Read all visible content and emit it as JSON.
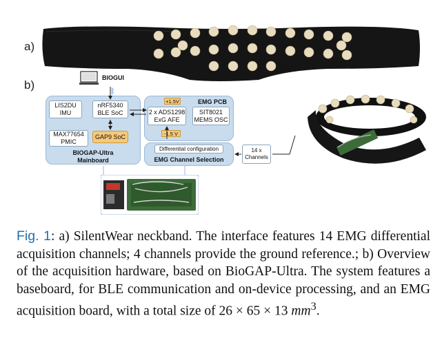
{
  "labels": {
    "a": "a)",
    "b": "b)"
  },
  "diagram": {
    "biogui": "BIOGUI",
    "mainboard": {
      "title_line1": "BIOGAP-Ultra",
      "title_line2": "Mainboard",
      "imu_line1": "LIS2DU",
      "imu_line2": "IMU",
      "ble_line1": "nRF5340",
      "ble_line2": "BLE SoC",
      "pmic_line1": "MAX77654",
      "pmic_line2": "PMIC",
      "gap": "GAP9 SoC"
    },
    "emg_pcb": {
      "title": "EMG PCB",
      "afe_line1": "2 x ADS1298",
      "afe_line2": "ExG AFE",
      "osc_line1": "SIT8021",
      "osc_line2": "MEMS OSC",
      "vpos": "+1.5V",
      "vneg": "-1.5 V"
    },
    "selection": {
      "title": "EMG Channel Selection",
      "diff": "Differential configuration"
    },
    "channels_line1": "14 x",
    "channels_line2": "Channels"
  },
  "caption": {
    "fig": "Fig. 1",
    "text": ": a) SilentWear neckband. The interface features 14 EMG differential acquisition channels; 4 channels provide the ground reference.; b) Overview of the acquisition hardware, based on BioGAP-Ultra. The system features a baseboard, for BLE communication and on-device processing, and an EMG acquisition board, with a total size of ",
    "dim": "26 × 65 × 13",
    "unit": "mm",
    "exp": "3",
    "end": "."
  }
}
